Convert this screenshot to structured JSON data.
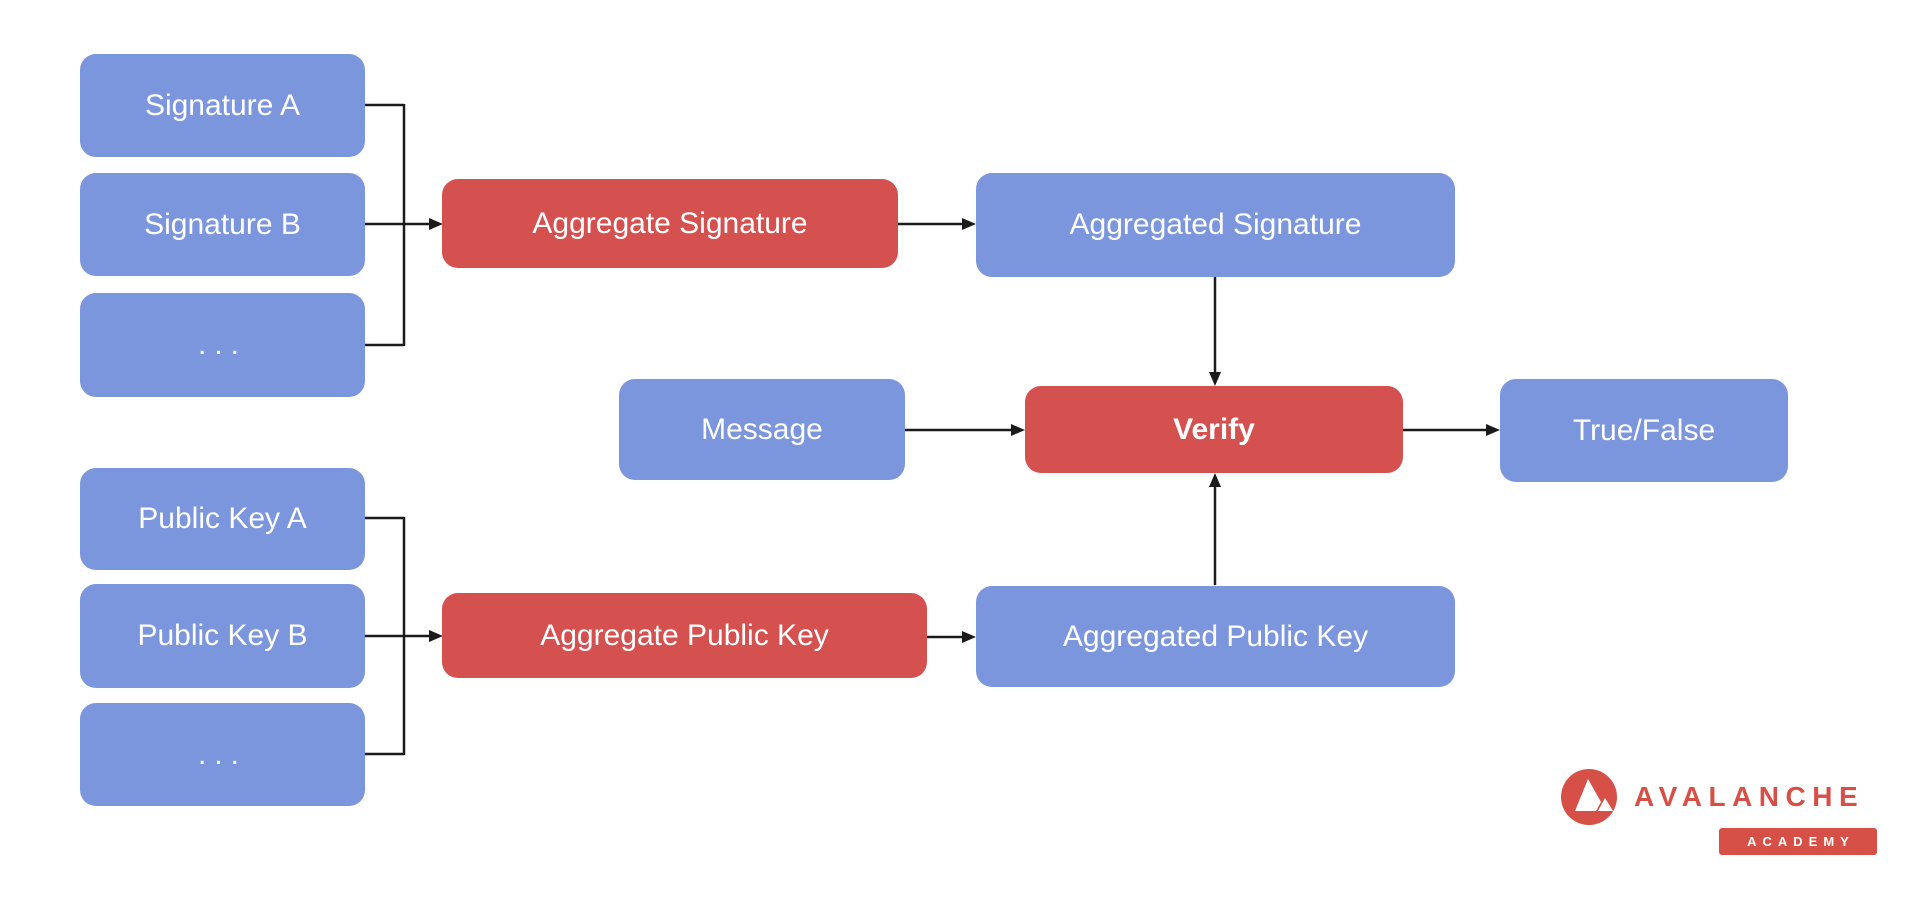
{
  "colors": {
    "node_blue": "#7C96DE",
    "node_red": "#D45150",
    "arrow": "#1b1b1b",
    "logo_red": "#D65048",
    "background": "#FFFFFF"
  },
  "nodes": {
    "signature_a": {
      "label": "Signature A"
    },
    "signature_b": {
      "label": "Signature B"
    },
    "signature_more": {
      "label": "..."
    },
    "aggregate_signature": {
      "label": "Aggregate Signature"
    },
    "aggregated_signature": {
      "label": "Aggregated Signature"
    },
    "message": {
      "label": "Message"
    },
    "verify": {
      "label": "Verify"
    },
    "true_false": {
      "label": "True/False"
    },
    "public_key_a": {
      "label": "Public Key A"
    },
    "public_key_b": {
      "label": "Public Key B"
    },
    "public_key_more": {
      "label": "..."
    },
    "aggregate_public_key": {
      "label": "Aggregate Public Key"
    },
    "aggregated_public_key": {
      "label": "Aggregated Public Key"
    }
  },
  "logo": {
    "brand": "AVALANCHE",
    "sub": "ACADEMY"
  }
}
